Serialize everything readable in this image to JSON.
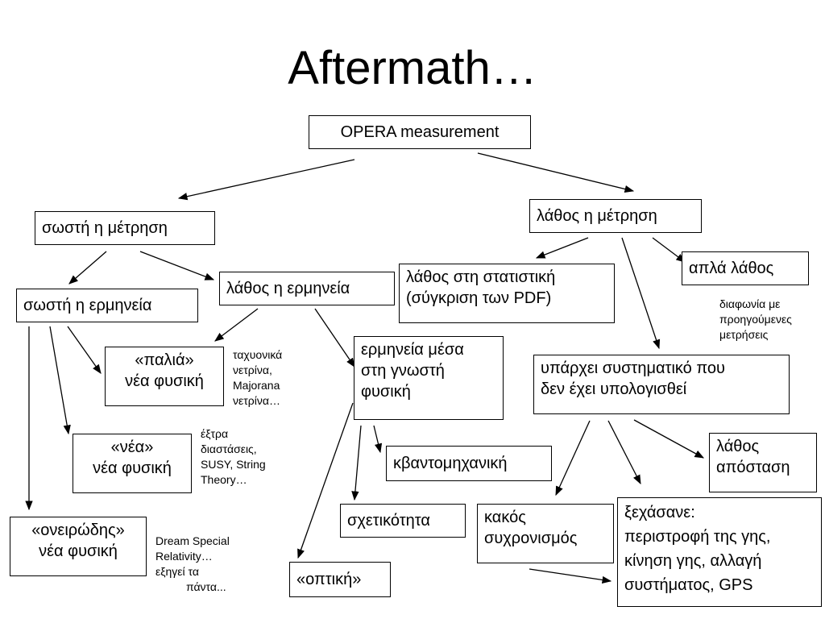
{
  "title": "Aftermath…",
  "nodes": {
    "opera": "OPERA measurement",
    "correct_measurement": "σωστή η μέτρηση",
    "wrong_measurement": "λάθος η μέτρηση",
    "correct_interpretation": "σωστή η ερμηνεία",
    "wrong_interpretation": "λάθος η ερμηνεία",
    "stat_error": [
      "λάθος στη στατιστική",
      "(σύγκριση των PDF)"
    ],
    "simple_error": "απλά λάθος",
    "old_new_physics": [
      "«παλιά»",
      "νέα φυσική"
    ],
    "known_physics": [
      "ερμηνεία μέσα",
      "στη γνωστή",
      "φυσική"
    ],
    "systematic": [
      "υπάρχει συστηματικό που",
      "δεν έχει υπολογισθεί"
    ],
    "new_new_physics": [
      "«νέα»",
      "νέα φυσική"
    ],
    "quantum": "κβαντομηχανική",
    "distance_error": [
      "λάθος",
      "απόσταση"
    ],
    "relativity": "σχετικότητα",
    "bad_sync": [
      "κακός",
      "συχρονισμός"
    ],
    "forgot": [
      "ξεχάσανε:",
      "περιστροφή της γης,",
      "κίνηση γης, αλλαγή",
      "συστήματος, GPS"
    ],
    "dreamy_new_physics": [
      "«ονειρώδης»",
      "νέα φυσική"
    ],
    "optics": "«οπτική»"
  },
  "notes": {
    "disagreement": [
      "διαφωνία με",
      "προηγούμενες",
      "μετρήσεις"
    ],
    "tachyons": [
      "ταχυονικά",
      "νετρίνα,",
      "Majorana",
      "νετρίνα…"
    ],
    "extra_dims": [
      "έξτρα",
      "διαστάσεις,",
      "SUSY, String",
      "Theory…"
    ],
    "dream": [
      "Dream Special",
      "Relativity…",
      "εξηγεί τα",
      "πάντα..."
    ]
  },
  "colors": {
    "line": "#000000",
    "background": "#ffffff"
  }
}
